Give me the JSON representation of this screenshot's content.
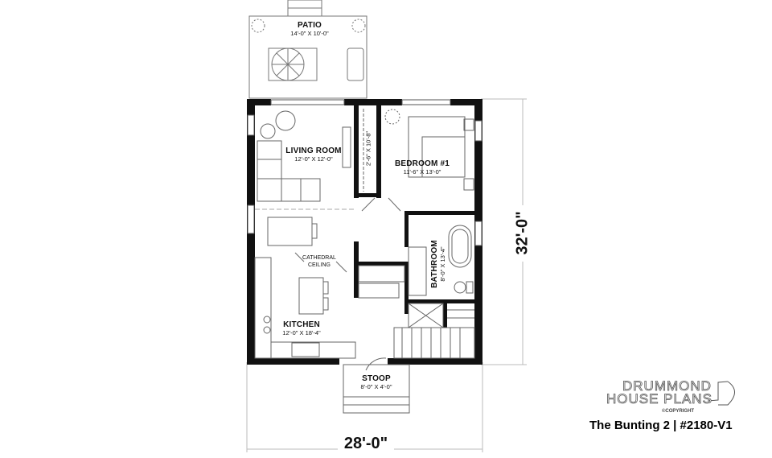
{
  "plan": {
    "title": "The Bunting 2 | #2180-V1",
    "overall_width": "28'-0\"",
    "overall_depth": "32'-0\""
  },
  "rooms": [
    {
      "id": "patio",
      "name": "PATIO",
      "dimensions": "14'-0\" X 10'-0\""
    },
    {
      "id": "living",
      "name": "LIVING ROOM",
      "dimensions": "12'-0\" X 12'-0\""
    },
    {
      "id": "bedroom1",
      "name": "BEDROOM #1",
      "dimensions": "11'-6\" X 13'-0\""
    },
    {
      "id": "closet",
      "name": "",
      "dimensions": "2'-6\" X 10'-8\""
    },
    {
      "id": "bathroom",
      "name": "BATHROOM",
      "dimensions": "8'-0\" X 13'-4\""
    },
    {
      "id": "kitchen",
      "name": "KITCHEN",
      "dimensions": "12'-0\" X 18'-4\""
    },
    {
      "id": "stoop",
      "name": "STOOP",
      "dimensions": "8'-0\" X 4'-0\""
    }
  ],
  "notes": {
    "cathedral_line1": "CATHEDRAL",
    "cathedral_line2": "CEILING"
  },
  "brand": {
    "line1": "DRUMMOND",
    "line2": "HOUSE PLANS",
    "copyright": "©COPYRIGHT"
  }
}
